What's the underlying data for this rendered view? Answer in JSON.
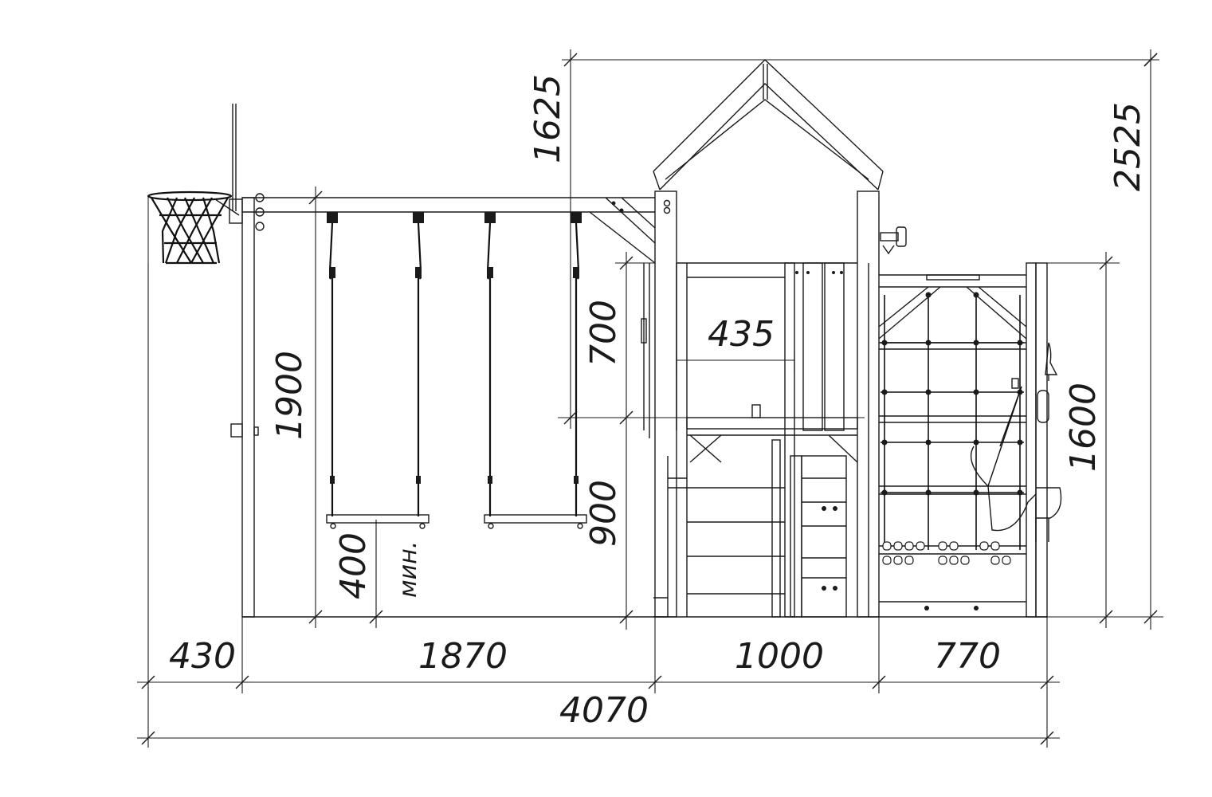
{
  "dimensions": {
    "w430": "430",
    "w1870": "1870",
    "w1000": "1000",
    "w770": "770",
    "total_width": "4070",
    "h1625": "1625",
    "h2525": "2525",
    "h1900": "1900",
    "h700": "700",
    "w435": "435",
    "h900": "900",
    "h1600": "1600",
    "h400": "400",
    "min_label": "мин."
  }
}
